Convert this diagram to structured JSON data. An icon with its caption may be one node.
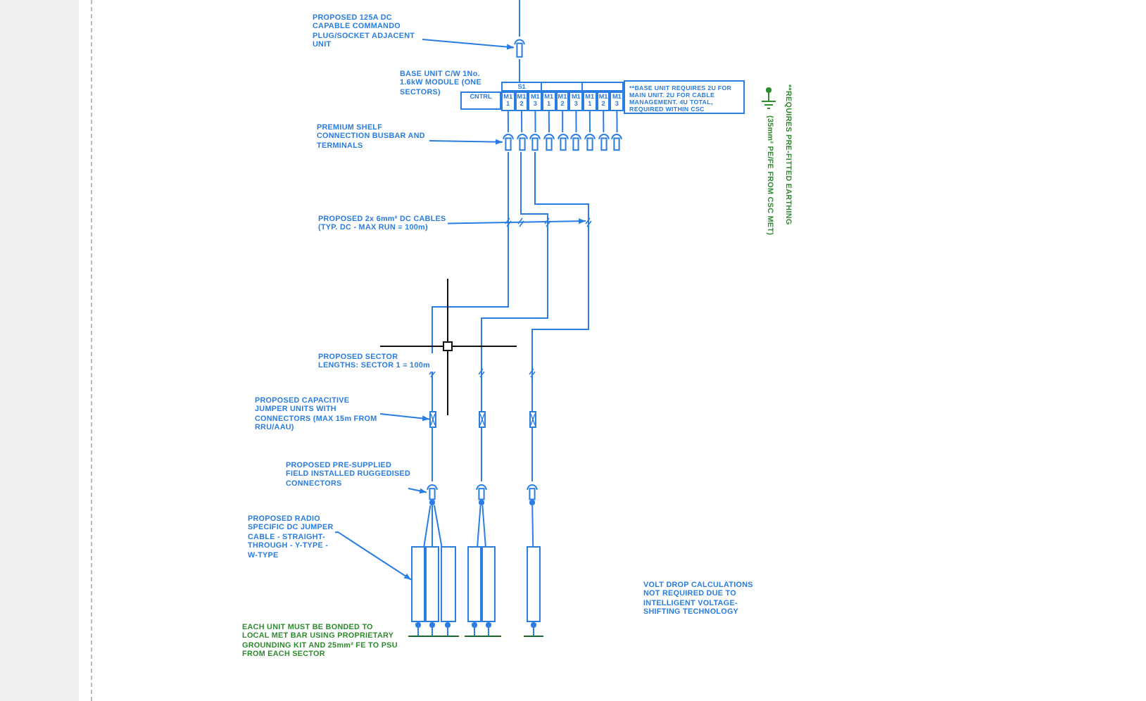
{
  "diagram": {
    "nodes": [
      {
        "text": [
          "PROPOSED 125A DC CAPABLE COMMANDO PLUG/SOCKET ADJACENT UNIT"
        ]
      },
      {
        "text": [],
        "shape": "connector"
      },
      {
        "text": [
          "BASE UNIT C/W 1No. 1.6kW MODULE (ONE SECTORS)"
        ]
      },
      {
        "text": [
          "CNTRL"
        ],
        "in": 2
      },
      {
        "text": [
          "S1"
        ],
        "in": 2
      },
      {
        "text": [],
        "shape": "box",
        "in": 2
      },
      {
        "text": [],
        "shape": "box",
        "in": 2
      },
      {
        "text": [
          "M1 1"
        ],
        "in": 2
      },
      {
        "text": [
          "M1 2"
        ],
        "in": 2
      },
      {
        "text": [
          "M1 3"
        ],
        "in": 2
      },
      {
        "text": [
          "M1 1"
        ],
        "in": 2
      },
      {
        "text": [
          "M1 2"
        ],
        "in": 2
      },
      {
        "text": [
          "M1 3"
        ],
        "in": 2
      },
      {
        "text": [
          "M1 1"
        ],
        "in": 2
      },
      {
        "text": [
          "M1 2"
        ],
        "in": 2
      },
      {
        "text": [
          "M1 3"
        ],
        "in": 2
      },
      {
        "text": [
          "**BASE UNIT REQUIRES 2U FOR MAIN UNIT. 2U FOR CABLE MANAGEMENT. 4U TOTAL, REQUIRED WITHIN CSC"
        ]
      },
      {
        "text": [
          "PREMIUM SHELF CONNECTION BUSBAR AND TERMINALS"
        ]
      },
      {
        "text": [],
        "shape": "connector"
      },
      {
        "text": [],
        "shape": "connector"
      },
      {
        "text": [],
        "shape": "connector"
      },
      {
        "text": [],
        "shape": "connector"
      },
      {
        "text": [],
        "shape": "connector"
      },
      {
        "text": [],
        "shape": "connector"
      },
      {
        "text": [],
        "shape": "connector"
      },
      {
        "text": [],
        "shape": "connector"
      },
      {
        "text": [],
        "shape": "connector"
      },
      {
        "text": [
          "PROPOSED 2x 6mm² DC CABLES (TYP. DC - MAX RUN = 100m)"
        ]
      },
      {
        "text": [
          "PROPOSED CAPACITIVE JUMPER UNITS WITH CONNECTORS (MAX 15m FROM RRU/AAU)"
        ]
      },
      {
        "text": [],
        "shape": "box"
      },
      {
        "text": [],
        "shape": "box"
      },
      {
        "text": [],
        "shape": "box"
      },
      {
        "text": [
          "PROPOSED PRE-SUPPLIED FIELD INSTALLED RUGGEDISED CONNECTORS"
        ]
      },
      {
        "text": [],
        "shape": "connector"
      },
      {
        "text": [],
        "shape": "connector"
      },
      {
        "text": [],
        "shape": "connector"
      },
      {
        "text": [
          "PROPOSED RADIO SPECIFIC DC JUMPER CABLE - STRAIGHT-THROUGH - Y-TYPE - W-TYPE"
        ]
      },
      {
        "text": [],
        "shape": "box"
      },
      {
        "text": [],
        "shape": "box"
      },
      {
        "text": [],
        "shape": "box"
      },
      {
        "text": [],
        "shape": "box"
      },
      {
        "text": [],
        "shape": "box"
      },
      {
        "text": [],
        "shape": "box"
      }
    ],
    "edges": [
      {
        "from": 0,
        "to": 1,
        "arrow": "to"
      },
      {
        "from": 1,
        "to": 4,
        "arrow": "none"
      },
      {
        "from": 7,
        "to": 18,
        "arrow": "none"
      },
      {
        "from": 8,
        "to": 19,
        "arrow": "none"
      },
      {
        "from": 9,
        "to": 20,
        "arrow": "none"
      },
      {
        "from": 10,
        "to": 21,
        "arrow": "none"
      },
      {
        "from": 11,
        "to": 22,
        "arrow": "none"
      },
      {
        "from": 12,
        "to": 23,
        "arrow": "none"
      },
      {
        "from": 13,
        "to": 24,
        "arrow": "none"
      },
      {
        "from": 14,
        "to": 25,
        "arrow": "none"
      },
      {
        "from": 15,
        "to": 26,
        "arrow": "none"
      },
      {
        "from": 17,
        "to": 18,
        "arrow": "to"
      },
      {
        "from": 18,
        "to": 29,
        "arrow": "none"
      },
      {
        "from": 19,
        "to": 30,
        "arrow": "none"
      },
      {
        "from": 20,
        "to": 31,
        "arrow": "none"
      },
      {
        "from": 27,
        "to": null,
        "arrow": "to"
      },
      {
        "from": 28,
        "to": 29,
        "arrow": "to"
      },
      {
        "from": 29,
        "to": 33,
        "arrow": "none"
      },
      {
        "from": 30,
        "to": 34,
        "arrow": "none"
      },
      {
        "from": 31,
        "to": 35,
        "arrow": "none"
      },
      {
        "from": 32,
        "to": 33,
        "arrow": "to"
      },
      {
        "from": 33,
        "to": 37,
        "arrow": "none"
      },
      {
        "from": 33,
        "to": 38,
        "arrow": "none"
      },
      {
        "from": 33,
        "to": 39,
        "arrow": "none"
      },
      {
        "from": 34,
        "to": 40,
        "arrow": "none"
      },
      {
        "from": 34,
        "to": 41,
        "arrow": "none"
      },
      {
        "from": 35,
        "to": 42,
        "arrow": "none"
      },
      {
        "from": 36,
        "to": 37,
        "arrow": "to"
      }
    ],
    "labels": [
      "**REQUIRES PRE-FITTED EARTHING",
      "(35mm² PE/FE FROM CSC MET)",
      "PROPOSED SECTOR LENGTHS: SECTOR 1 = 100m",
      "VOLT DROP CALCULATIONS NOT REQUIRED DUE TO INTELLIGENT VOLTAGE-SHIFTING TECHNOLOGY",
      "EACH UNIT MUST BE BONDED TO LOCAL MET BAR USING PROPRIETARY GROUNDING KIT AND 25mm² FE TO PSU FROM EACH SECTOR"
    ]
  }
}
